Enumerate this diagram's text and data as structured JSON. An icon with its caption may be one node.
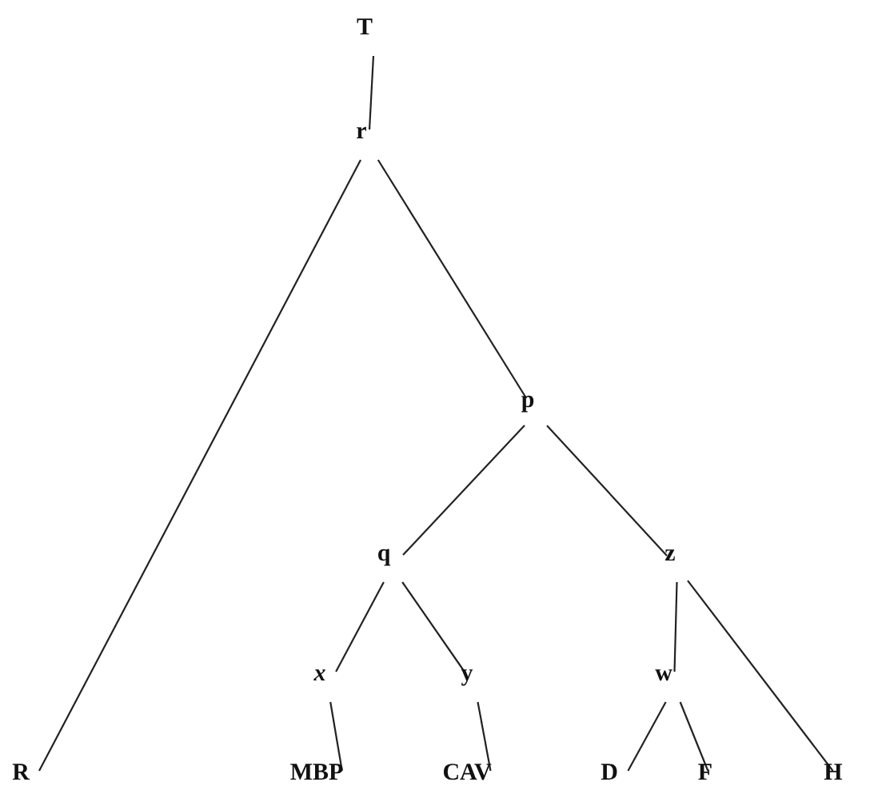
{
  "diagram": {
    "nodes": [
      {
        "text": [
          "T"
        ]
      },
      {
        "text": [
          "r"
        ]
      },
      {
        "text": [
          "p"
        ]
      },
      {
        "text": [
          "q"
        ]
      },
      {
        "text": [
          "z"
        ]
      },
      {
        "text": [
          "x"
        ]
      },
      {
        "text": [
          "y"
        ]
      },
      {
        "text": [
          "w"
        ]
      },
      {
        "text": [
          "R"
        ]
      },
      {
        "text": [
          "MBP"
        ]
      },
      {
        "text": [
          "CAV"
        ]
      },
      {
        "text": [
          "D"
        ]
      },
      {
        "text": [
          "F"
        ]
      },
      {
        "text": [
          "H"
        ]
      }
    ],
    "edges": [
      {
        "from": 0,
        "to": 1,
        "arrow": "none"
      },
      {
        "from": 1,
        "to": 8,
        "arrow": "none"
      },
      {
        "from": 1,
        "to": 2,
        "arrow": "none"
      },
      {
        "from": 2,
        "to": 3,
        "arrow": "none"
      },
      {
        "from": 2,
        "to": 4,
        "arrow": "none"
      },
      {
        "from": 3,
        "to": 5,
        "arrow": "none"
      },
      {
        "from": 3,
        "to": 6,
        "arrow": "none"
      },
      {
        "from": 4,
        "to": 7,
        "arrow": "none"
      },
      {
        "from": 4,
        "to": 13,
        "arrow": "none"
      },
      {
        "from": 5,
        "to": 9,
        "arrow": "none"
      },
      {
        "from": 6,
        "to": 10,
        "arrow": "none"
      },
      {
        "from": 7,
        "to": 11,
        "arrow": "none"
      },
      {
        "from": 7,
        "to": 12,
        "arrow": "none"
      }
    ]
  }
}
